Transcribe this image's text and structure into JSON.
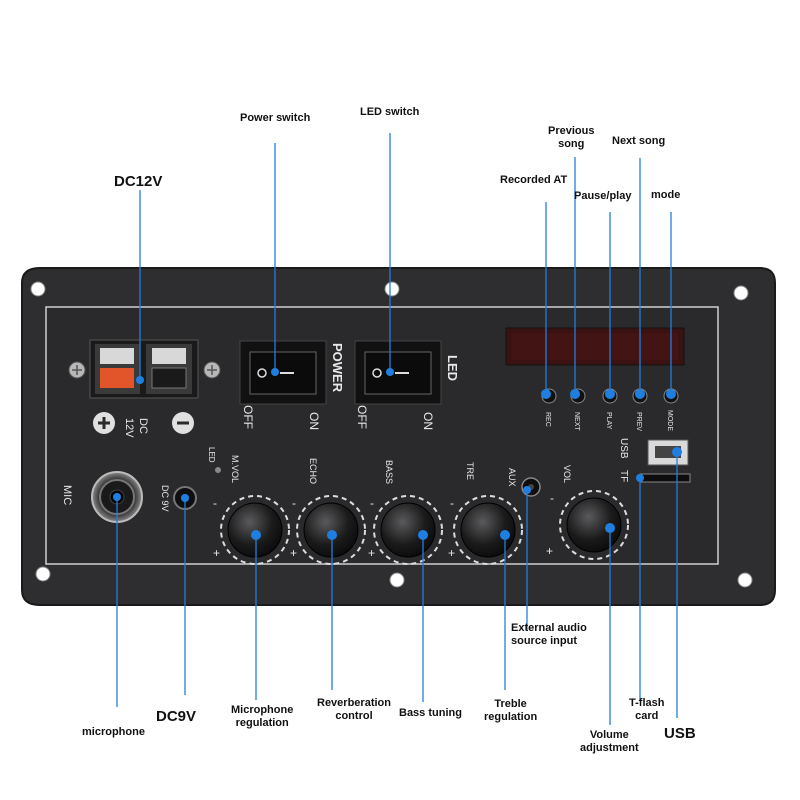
{
  "callouts": {
    "dc12v": "DC12V",
    "power_switch": "Power switch",
    "led_switch": "LED switch",
    "previous_song": "Previous\nsong",
    "next_song": "Next song",
    "recorded_at": "Recorded AT",
    "pause_play": "Pause/play",
    "mode": "mode",
    "microphone": "microphone",
    "dc9v": "DC9V",
    "microphone_regulation": "Microphone\nregulation",
    "reverberation_control": "Reverberation\ncontrol",
    "bass_tuning": "Bass tuning",
    "treble_regulation": "Treble\nregulation",
    "external_audio": "External audio\nsource input",
    "volume_adjustment": "Volume\nadjustment",
    "tflash_card": "T-flash\ncard",
    "usb": "USB"
  },
  "panel": {
    "power": "POWER",
    "led": "LED",
    "off": "OFF",
    "on": "ON",
    "dc": "DC",
    "v12": "12V",
    "mic": "MIC",
    "dc9v": "DC 9V",
    "led_small": "LED",
    "mvol": "M.VOL",
    "echo": "ECHO",
    "bass": "BASS",
    "tre": "TRE",
    "aux": "AUX",
    "vol": "VOL",
    "usb": "USB",
    "tf": "TF",
    "rec": "REC",
    "next": "NEXT",
    "play": "PLAY",
    "prev": "PREV",
    "mode": "MODE",
    "plus": "+",
    "minus": "-"
  },
  "colors": {
    "marker": "#1f7fe0",
    "panel": "#2b2b2d",
    "display": "#3a1212"
  }
}
